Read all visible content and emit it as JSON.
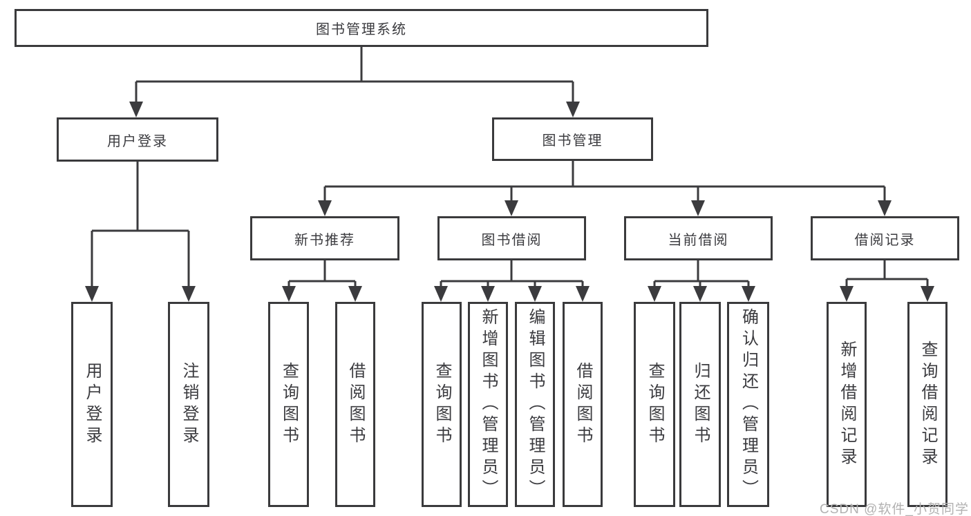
{
  "diagram_title": "图书管理系统",
  "tree": {
    "label": "图书管理系统",
    "children": [
      {
        "label": "用户登录",
        "children": [
          {
            "label": "用户登录"
          },
          {
            "label": "注销登录"
          }
        ]
      },
      {
        "label": "图书管理",
        "children": [
          {
            "label": "新书推荐",
            "children": [
              {
                "label": "查询图书"
              },
              {
                "label": "借阅图书"
              }
            ]
          },
          {
            "label": "图书借阅",
            "children": [
              {
                "label": "查询图书"
              },
              {
                "label": "新增图书（管理员）"
              },
              {
                "label": "编辑图书（管理员）"
              },
              {
                "label": "借阅图书"
              }
            ]
          },
          {
            "label": "当前借阅",
            "children": [
              {
                "label": "查询图书"
              },
              {
                "label": "归还图书"
              },
              {
                "label": "确认归还（管理员）"
              }
            ]
          },
          {
            "label": "借阅记录",
            "children": [
              {
                "label": "新增借阅记录"
              },
              {
                "label": "查询借阅记录"
              }
            ]
          }
        ]
      }
    ]
  },
  "watermark": {
    "text": "CSDN @软件_小贺同学",
    "color": "#b2b1b1"
  },
  "colors": {
    "background": "#ffffff",
    "line": "#3b3b3e",
    "box_border": "#3a3a3c",
    "text": "#3b3b3f"
  }
}
